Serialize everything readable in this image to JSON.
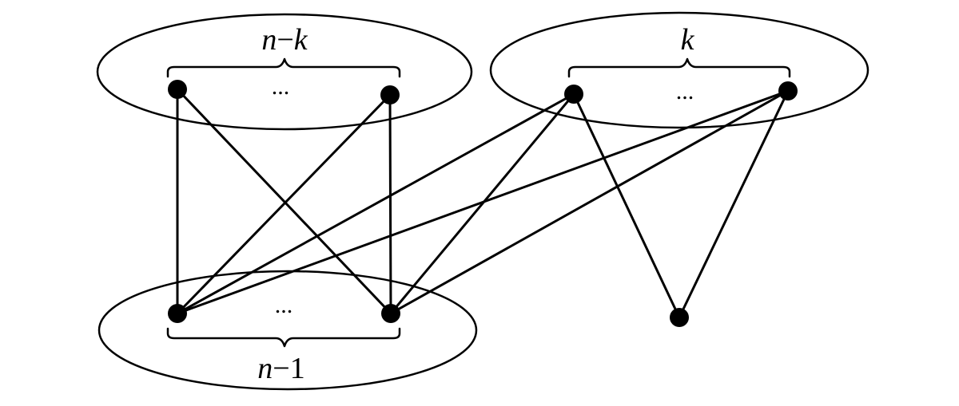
{
  "diagram": {
    "groups": {
      "top_left": {
        "label_var1": "n",
        "label_op": "−",
        "label_var2": "k",
        "dots": "..."
      },
      "top_right": {
        "label_var": "k",
        "dots": "..."
      },
      "bottom_left": {
        "label_var": "n",
        "label_op": "−",
        "label_num": "1",
        "dots": "..."
      }
    },
    "nodes": [
      "a1",
      "a2",
      "b1",
      "b2",
      "c1",
      "c2",
      "d"
    ],
    "edges": [
      [
        "a1",
        "c1"
      ],
      [
        "a1",
        "c2"
      ],
      [
        "a2",
        "c1"
      ],
      [
        "a2",
        "c2"
      ],
      [
        "b1",
        "c1"
      ],
      [
        "b1",
        "c2"
      ],
      [
        "b2",
        "c1"
      ],
      [
        "b2",
        "c2"
      ],
      [
        "b1",
        "d"
      ],
      [
        "b2",
        "d"
      ]
    ]
  }
}
